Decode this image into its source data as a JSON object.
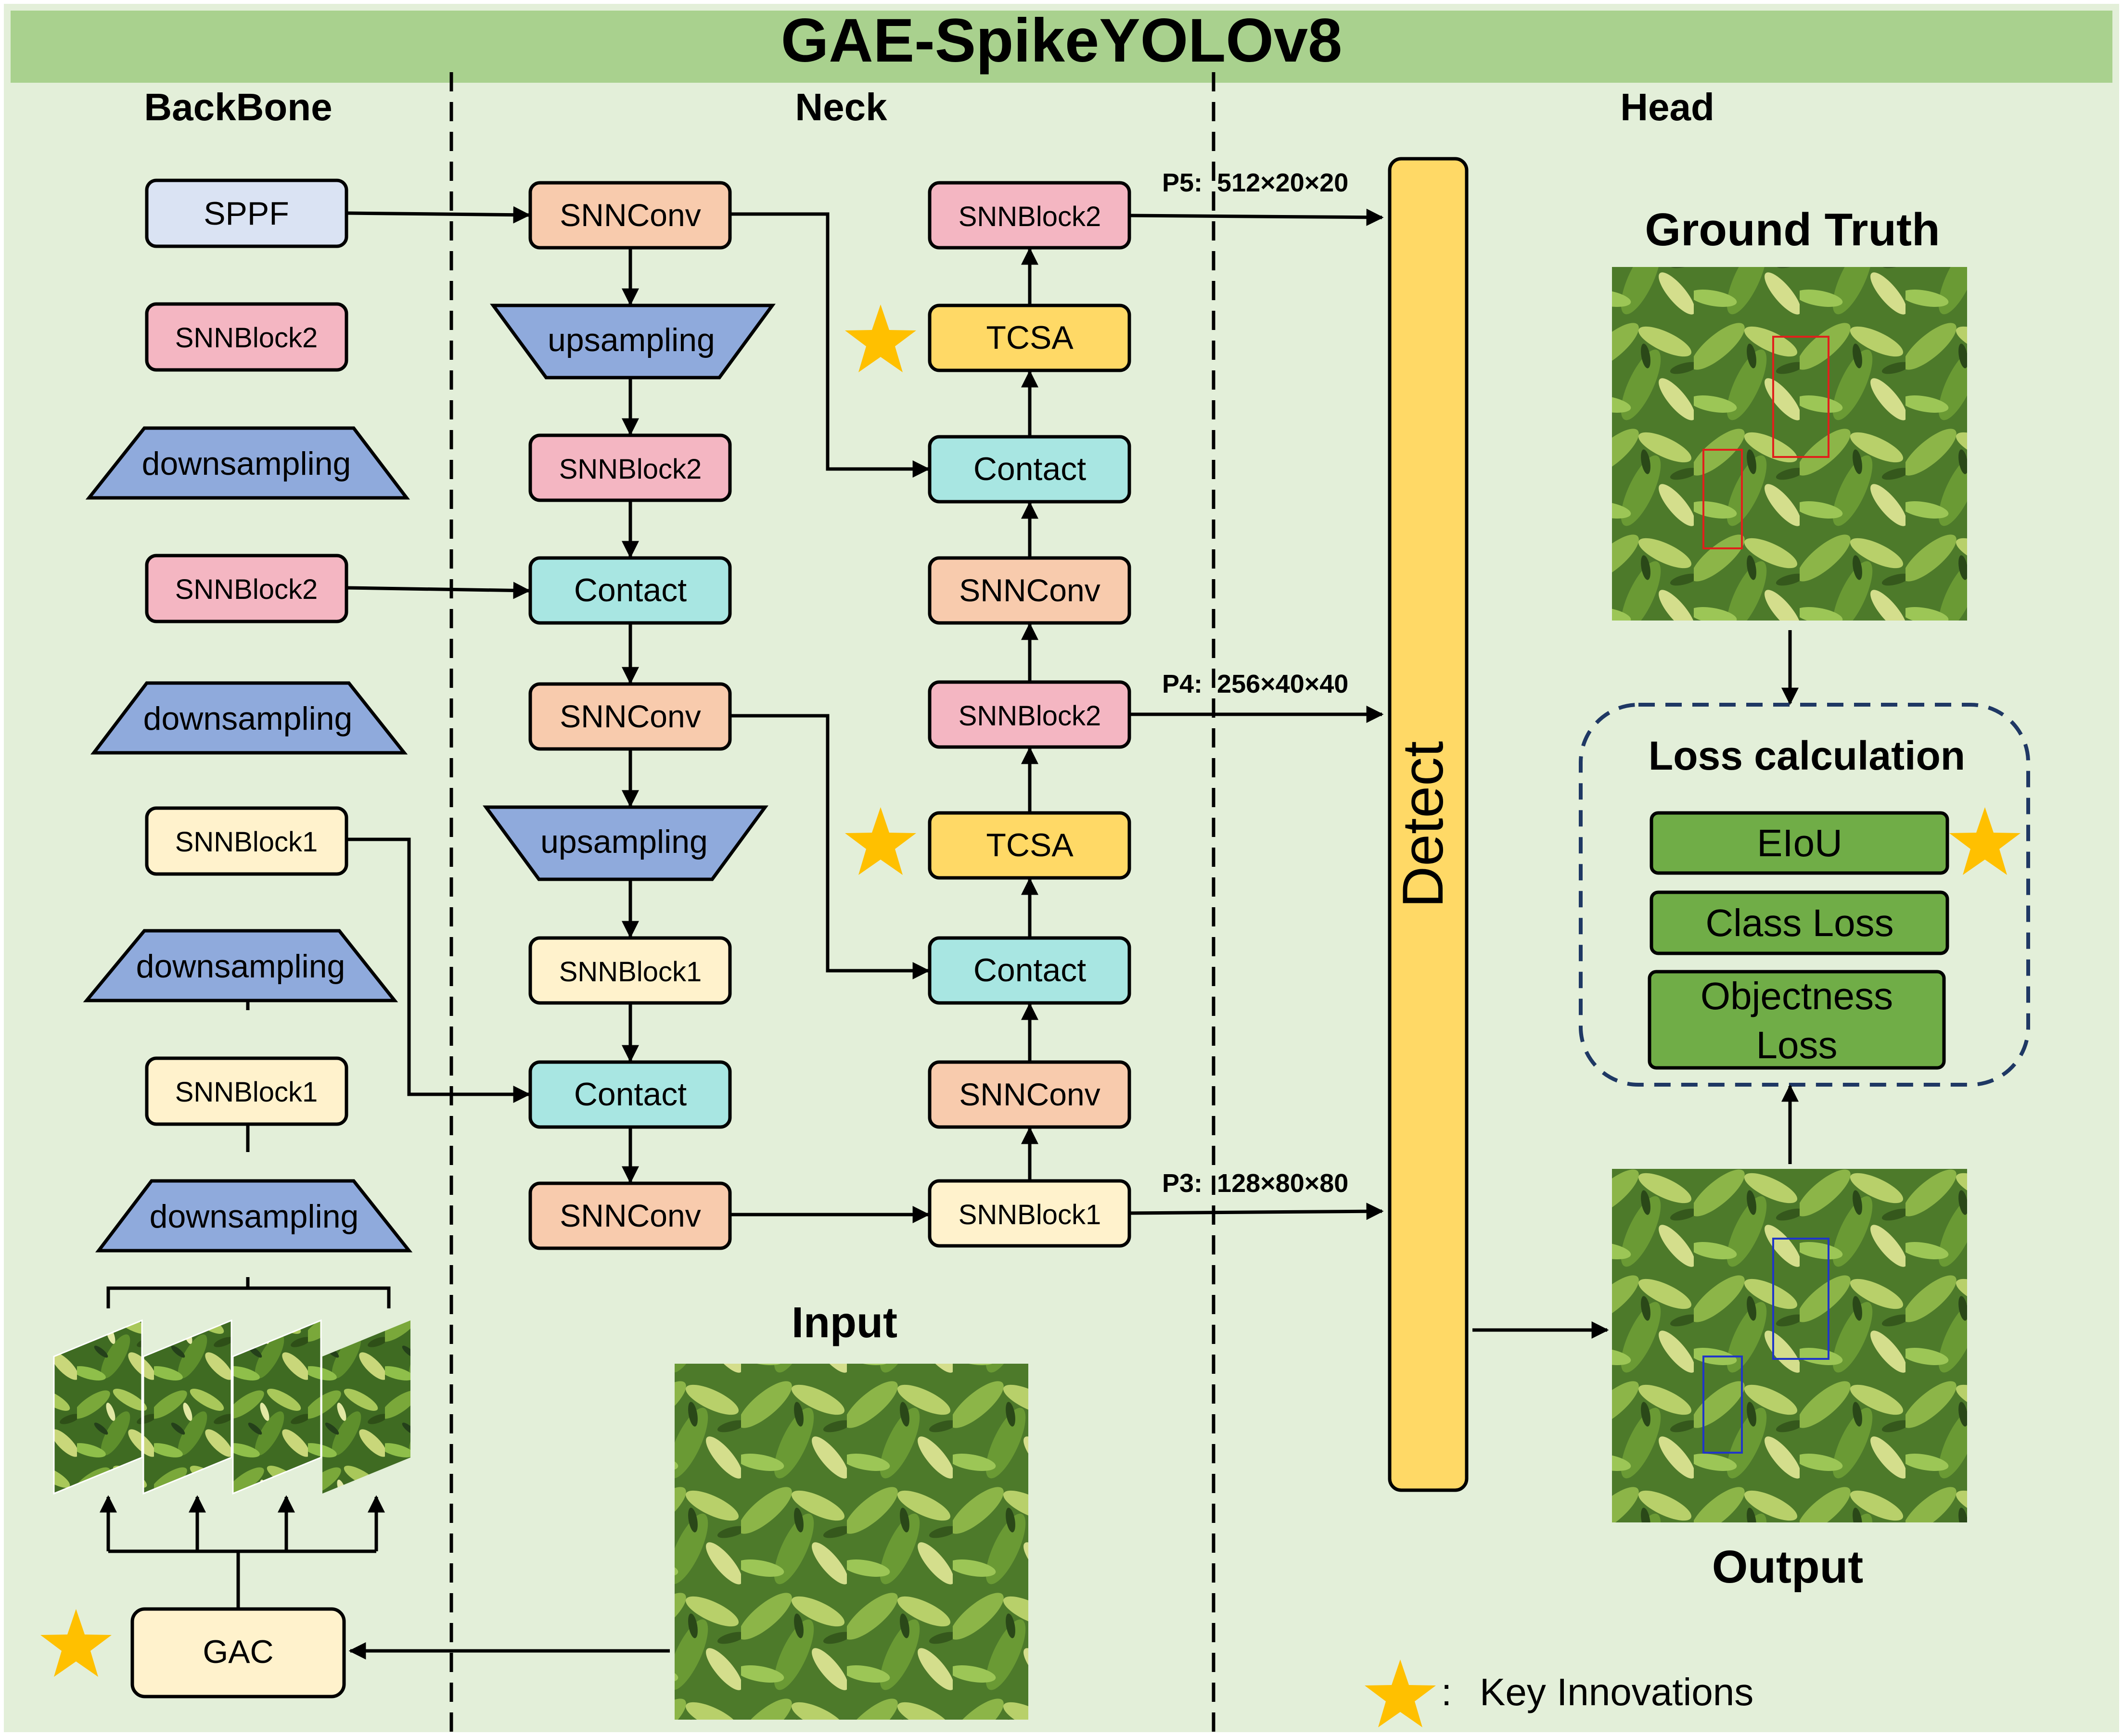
{
  "title": "GAE-SpikeYOLOv8",
  "sections": {
    "backbone": "BackBone",
    "neck": "Neck",
    "head": "Head"
  },
  "backbone": {
    "sppf": "SPPF",
    "block2_top": "SNNBlock2",
    "down_1": "downsampling",
    "block2_mid": "SNNBlock2",
    "down_2": "downsampling",
    "block1_upper": "SNNBlock1",
    "down_3": "downsampling",
    "block1_lower": "SNNBlock1",
    "down_4": "downsampling",
    "gac": "GAC"
  },
  "neck_left": {
    "snnconv_1": "SNNConv",
    "upsampling_1": "upsampling",
    "snnblock2": "SNNBlock2",
    "contact_1": "Contact",
    "snnconv_2": "SNNConv",
    "upsampling_2": "upsampling",
    "snnblock1": "SNNBlock1",
    "contact_2": "Contact",
    "snnconv_3": "SNNConv"
  },
  "neck_right": {
    "snnblock2_top": "SNNBlock2",
    "tcsa_1": "TCSA",
    "contact_1": "Contact",
    "snnconv_1": "SNNConv",
    "snnblock2_mid": "SNNBlock2",
    "tcsa_2": "TCSA",
    "contact_2": "Contact",
    "snnconv_2": "SNNConv",
    "snnblock1": "SNNBlock1"
  },
  "outputs": {
    "p5": "P5:  512×20×20",
    "p4": "P4:  256×40×40",
    "p3": "P3:  128×80×80"
  },
  "head": {
    "detect": "Detect",
    "ground_truth": "Ground Truth",
    "loss_title": "Loss calculation",
    "eiou": "EIoU",
    "class_loss": "Class Loss",
    "objectness_line1": "Objectness",
    "objectness_line2": "Loss",
    "output": "Output"
  },
  "input_label": "Input",
  "legend": {
    "colon": ":",
    "text": "Key Innovations"
  },
  "colors": {
    "page_background": "#e3efd9",
    "title_bar": "#a9d18e",
    "sppf": "#dae3f3",
    "snnblock2": "#f4b6c2",
    "snnblock1": "#fff2cc",
    "snnconv": "#f8cbad",
    "contact": "#a8e6e2",
    "sampling": "#8faadc",
    "tcsa": "#ffd966",
    "detect": "#ffd966",
    "loss_box": "#70ad47",
    "star": "#ffc000",
    "dashed_border": "#1f3864"
  }
}
